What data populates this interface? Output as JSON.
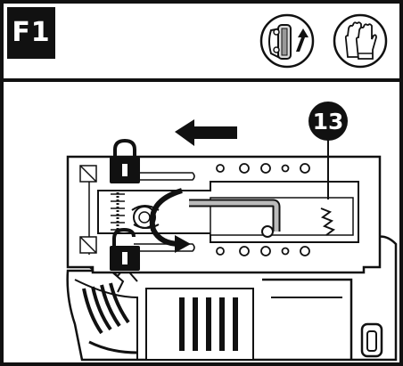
{
  "header": {
    "step_label": "F1",
    "icons": [
      "battery-removal-icon",
      "protective-gloves-icon"
    ]
  },
  "illustration": {
    "callout_number": "13",
    "elements": [
      "direction-arrow-left",
      "lock-icon",
      "unlock-icon",
      "rotate-arrow",
      "hex-key",
      "shoe-plate",
      "saw-motor-housing"
    ]
  }
}
